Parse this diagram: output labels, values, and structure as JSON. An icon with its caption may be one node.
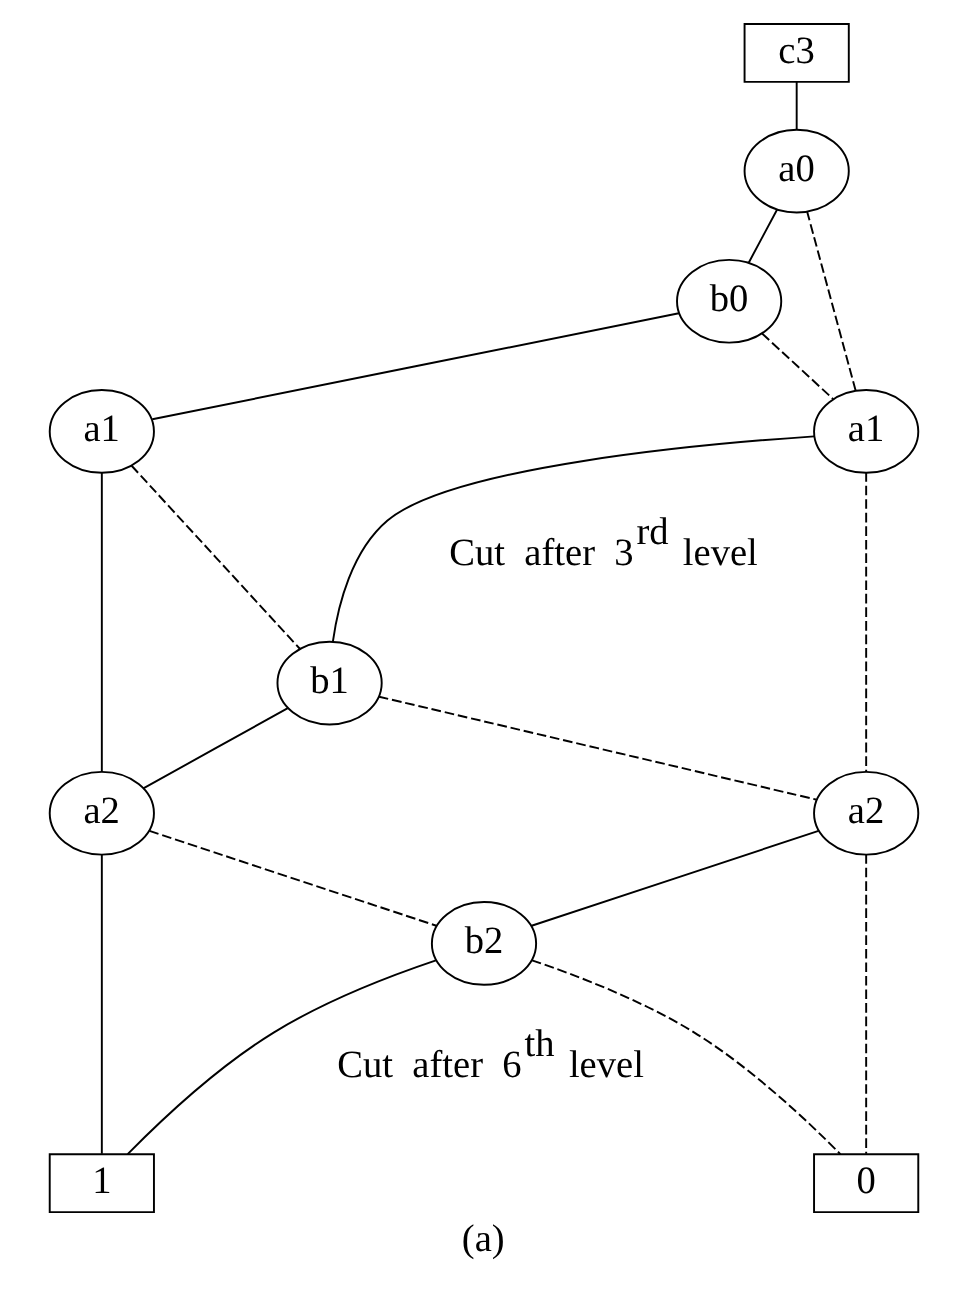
{
  "diagram": {
    "caption": "(a)",
    "nodes": [
      {
        "text": [
          "c3"
        ]
      },
      {
        "text": [
          "a0"
        ]
      },
      {
        "text": [
          "b0"
        ]
      },
      {
        "text": [
          "a1"
        ]
      },
      {
        "text": [
          "a1"
        ]
      },
      {
        "text": [
          "b1"
        ]
      },
      {
        "text": [
          "a2"
        ]
      },
      {
        "text": [
          "a2"
        ]
      },
      {
        "text": [
          "b2"
        ]
      },
      {
        "text": [
          "1"
        ]
      },
      {
        "text": [
          "0"
        ]
      }
    ],
    "edges": [
      {
        "from": 0,
        "to": 1,
        "arrow": "none"
      },
      {
        "from": 1,
        "to": 2,
        "arrow": "none"
      },
      {
        "from": 1,
        "to": 4,
        "arrow": "none",
        "style": "dashed"
      },
      {
        "from": 2,
        "to": 3,
        "arrow": "none"
      },
      {
        "from": 2,
        "to": 4,
        "arrow": "none",
        "style": "dashed"
      },
      {
        "from": 3,
        "to": 5,
        "arrow": "none",
        "style": "dashed"
      },
      {
        "from": 3,
        "to": 6,
        "arrow": "none"
      },
      {
        "from": 4,
        "to": 5,
        "arrow": "none"
      },
      {
        "from": 4,
        "to": 7,
        "arrow": "none",
        "style": "dashed"
      },
      {
        "from": 5,
        "to": 6,
        "arrow": "none"
      },
      {
        "from": 5,
        "to": 7,
        "arrow": "none",
        "style": "dashed"
      },
      {
        "from": 6,
        "to": 8,
        "arrow": "none",
        "style": "dashed"
      },
      {
        "from": 6,
        "to": 9,
        "arrow": "none"
      },
      {
        "from": 7,
        "to": 8,
        "arrow": "none"
      },
      {
        "from": 7,
        "to": 10,
        "arrow": "none",
        "style": "dashed"
      },
      {
        "from": 8,
        "to": 9,
        "arrow": "none"
      },
      {
        "from": 8,
        "to": 10,
        "arrow": "none",
        "style": "dashed"
      }
    ],
    "labels": [
      "Cut after 3$^{rd}$ level",
      "Cut after 6$^{th}$ level"
    ]
  }
}
